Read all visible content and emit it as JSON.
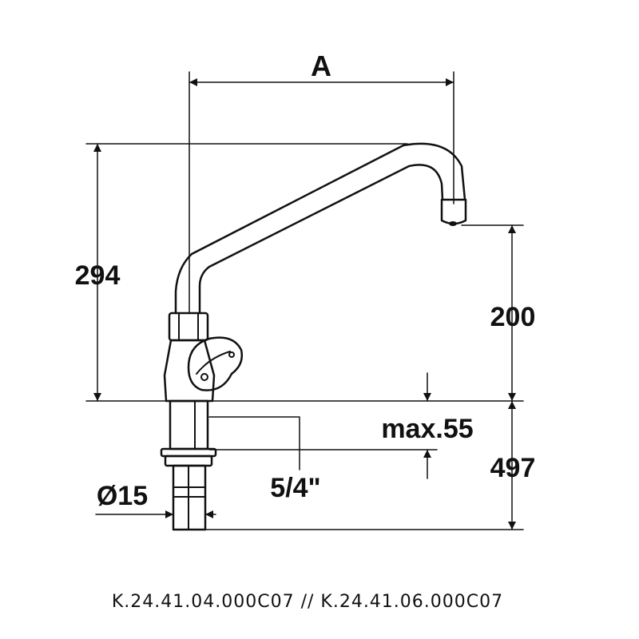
{
  "dimensions": {
    "width_a": "A",
    "total_height": "294",
    "spout_height": "200",
    "max_thickness": "max.55",
    "thread": "5/4\"",
    "pipe_diameter": "Ø15",
    "shank_length": "497"
  },
  "footer": {
    "model_codes": "K.24.41.04.000C07 // K.24.41.06.000C07"
  },
  "colors": {
    "line": "#111111",
    "background": "#ffffff"
  }
}
